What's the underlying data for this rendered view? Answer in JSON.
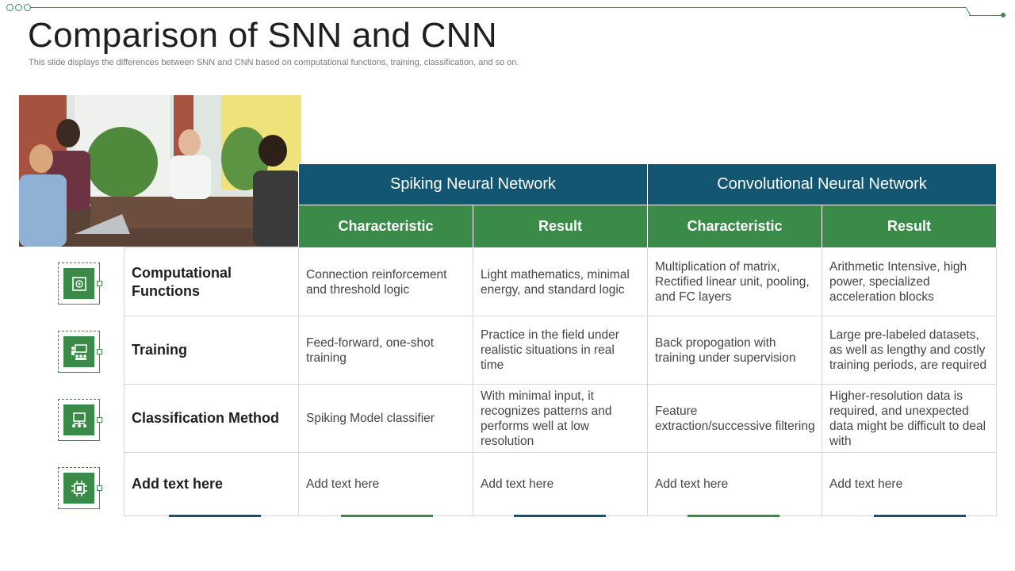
{
  "slide": {
    "title": "Comparison of SNN and CNN",
    "subtitle": "This slide displays the differences between SNN and CNN based on computational functions, training, classification, and so on."
  },
  "table": {
    "networks": [
      "Spiking Neural Network",
      "Convolutional Neural Network"
    ],
    "subheaders": [
      "Characteristic",
      "Result",
      "Characteristic",
      "Result"
    ],
    "rows": [
      {
        "label": "Computational Functions",
        "icon": "processor-icon",
        "cells": [
          "Connection reinforcement and threshold logic",
          "Light mathematics, minimal energy, and standard logic",
          "Multiplication of matrix, Rectified linear unit, pooling, and FC layers",
          "Arithmetic Intensive,  high power, specialized acceleration blocks"
        ]
      },
      {
        "label": "Training",
        "icon": "training-icon",
        "cells": [
          "Feed-forward, one-shot training",
          "Practice in the field under realistic situations in real time",
          "Back propogation with training under supervision",
          "Large pre-labeled datasets, as well as lengthy  and costly training periods, are required"
        ]
      },
      {
        "label": "Classification Method",
        "icon": "classification-icon",
        "cells": [
          "Spiking Model classifier",
          "With minimal input, it recognizes patterns and performs well at low resolution",
          "Feature extraction/successive filtering",
          "Higher-resolution  data is required, and unexpected data might be difficult to deal with"
        ]
      },
      {
        "label": "Add text here",
        "icon": "chip-icon",
        "cells": [
          "Add text here",
          "Add text here",
          "Add text here",
          "Add text here"
        ]
      }
    ]
  },
  "colors": {
    "network_header": "#135671",
    "column_header": "#3a8a48",
    "accent_blue": "#135671",
    "accent_green": "#3a8a48"
  }
}
